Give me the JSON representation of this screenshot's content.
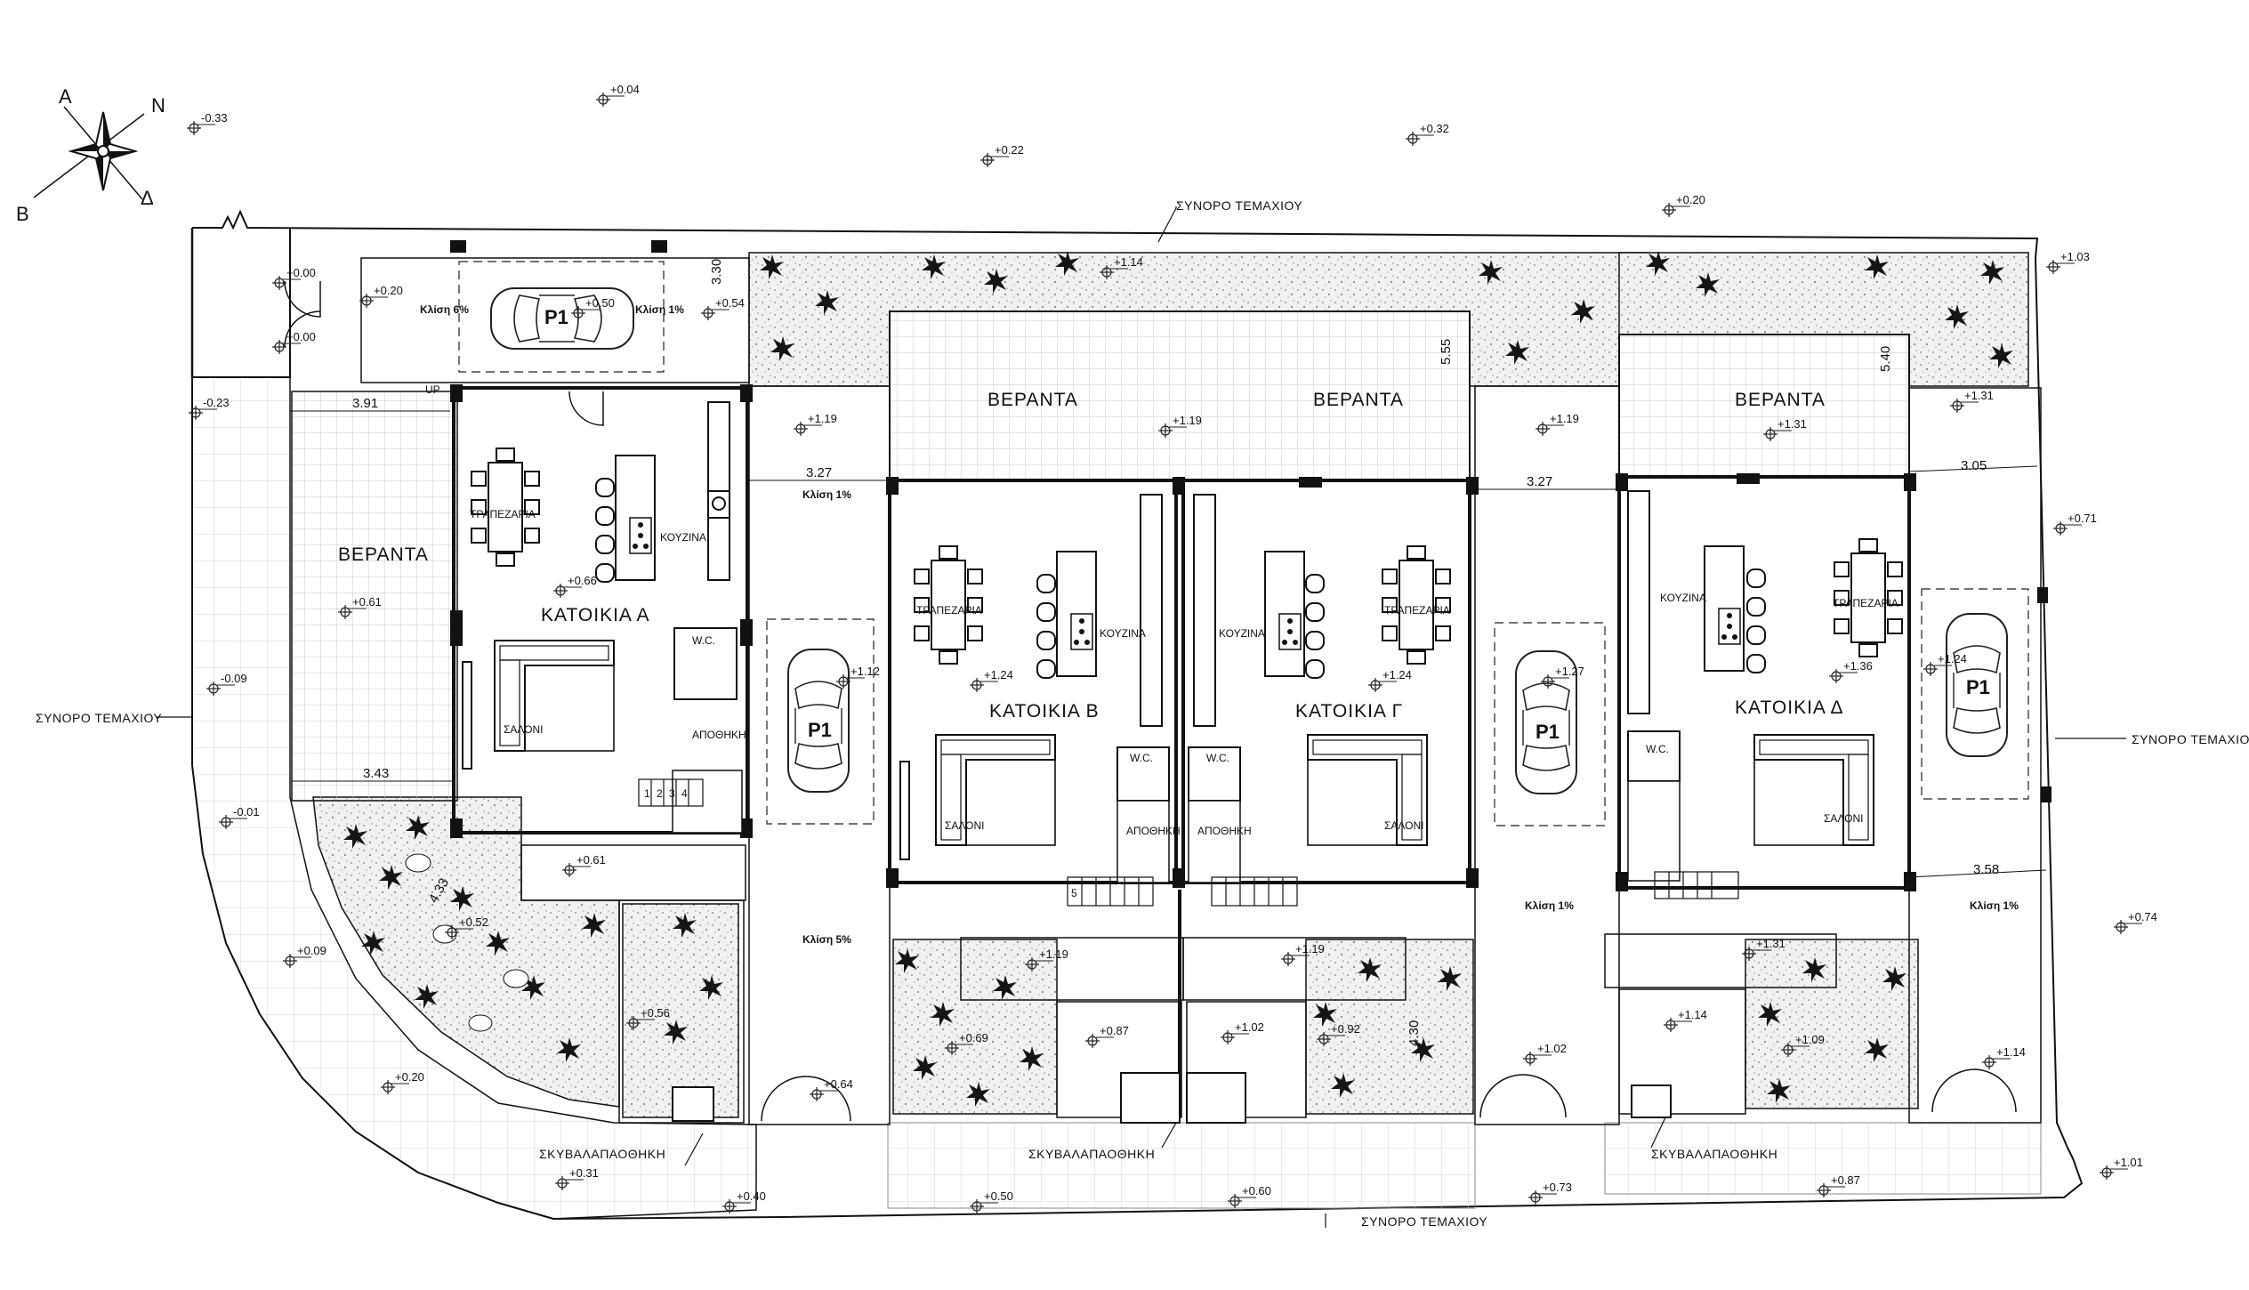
{
  "compass": {
    "n": "N",
    "a": "A",
    "b": "B",
    "d": "Δ"
  },
  "boundary_label": "ΣΥΝΟΡΟ ΤΕΜΑΧΙΟΥ",
  "houses": [
    {
      "name": "ΚΑΤΟΙΚΙΑ Α",
      "level": "+0.66"
    },
    {
      "name": "ΚΑΤΟΙΚΙΑ Β",
      "level": "+1.24"
    },
    {
      "name": "ΚΑΤΟΙΚΙΑ Γ",
      "level": "+1.24"
    },
    {
      "name": "ΚΑΤΟΙΚΙΑ Δ",
      "level": "+1.36"
    }
  ],
  "rooms": {
    "veranda": "ΒΕΡΑΝΤΑ",
    "dining": "ΤΡΑΠΕΖΑΡΙΑ",
    "kitchen": "ΚΟΥΖΙΝΑ",
    "living": "ΣΑΛΟΝΙ",
    "wc": "W.C.",
    "storage": "ΑΠΟΘΗΚΗ",
    "bin_store": "ΣΚΥΒΑΛΑΠΑΟΘΗΚΗ",
    "parking": "P1",
    "up": "UP",
    "stairs": [
      "1",
      "2",
      "3",
      "4",
      "5"
    ]
  },
  "slopes": [
    "Κλίση 6%",
    "Κλίση 1%",
    "Κλίση 1%",
    "Κλίση 5%",
    "Κλίση 1%",
    "Κλίση 1%"
  ],
  "dimensions": [
    "3.91",
    "3.30",
    "3.27",
    "5.55",
    "3.27",
    "5.40",
    "3.05",
    "3.43",
    "4.33",
    "3.58",
    "4.30"
  ],
  "levels": [
    "-0.33",
    "+0.04",
    "+0.22",
    "+0.32",
    "+0.20",
    "+1.03",
    "+0.00",
    "+0.20",
    "+0.00",
    "+0.50",
    "+0.54",
    "+1.14",
    "-0.23",
    "+1.19",
    "+1.19",
    "+1.19",
    "+1.31",
    "+1.31",
    "+0.71",
    "+0.61",
    "-0.09",
    "+1.12",
    "+1.27",
    "+1.24",
    "-0.01",
    "+0.61",
    "+0.52",
    "+0.09",
    "+0.56",
    "+1.19",
    "+1.19",
    "+1.31",
    "+0.74",
    "+0.69",
    "+0.87",
    "+1.02",
    "+0.92",
    "+1.02",
    "+1.14",
    "+1.09",
    "+1.14",
    "+0.20",
    "+0.64",
    "+0.31",
    "+0.40",
    "+0.50",
    "+0.60",
    "+0.73",
    "+0.87",
    "+1.01"
  ]
}
